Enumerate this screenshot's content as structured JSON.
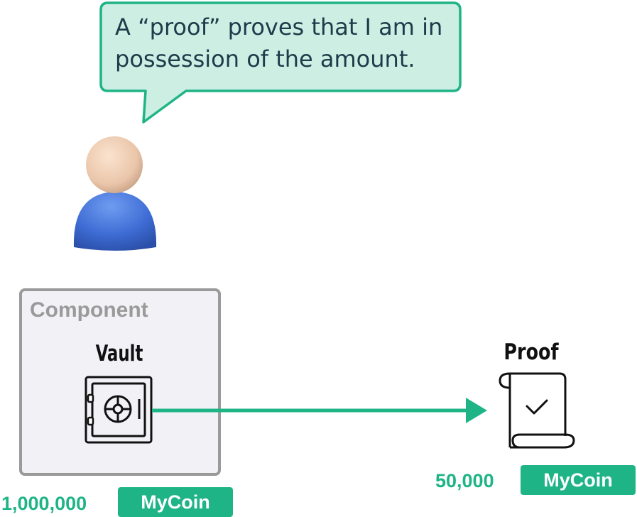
{
  "speech_bubble": {
    "line1": "A “proof” proves that I am in",
    "line2": "possession of the amount."
  },
  "component": {
    "label": "Component",
    "vault_label": "Vault"
  },
  "proof": {
    "label": "Proof"
  },
  "vault_amount": {
    "value": "1,000,000",
    "token": "MyCoin"
  },
  "proof_amount": {
    "value": "50,000",
    "token": "MyCoin"
  },
  "colors": {
    "accent_green": "#1fb486",
    "bubble_fill": "#cdeee3",
    "component_border": "#9a9a9a",
    "avatar_body": "#3f6fd6",
    "avatar_head": "#efcdb2"
  },
  "icons": [
    "user-avatar-icon",
    "vault-safe-icon",
    "proof-scroll-icon",
    "arrow-right-icon",
    "checkmark-icon"
  ]
}
